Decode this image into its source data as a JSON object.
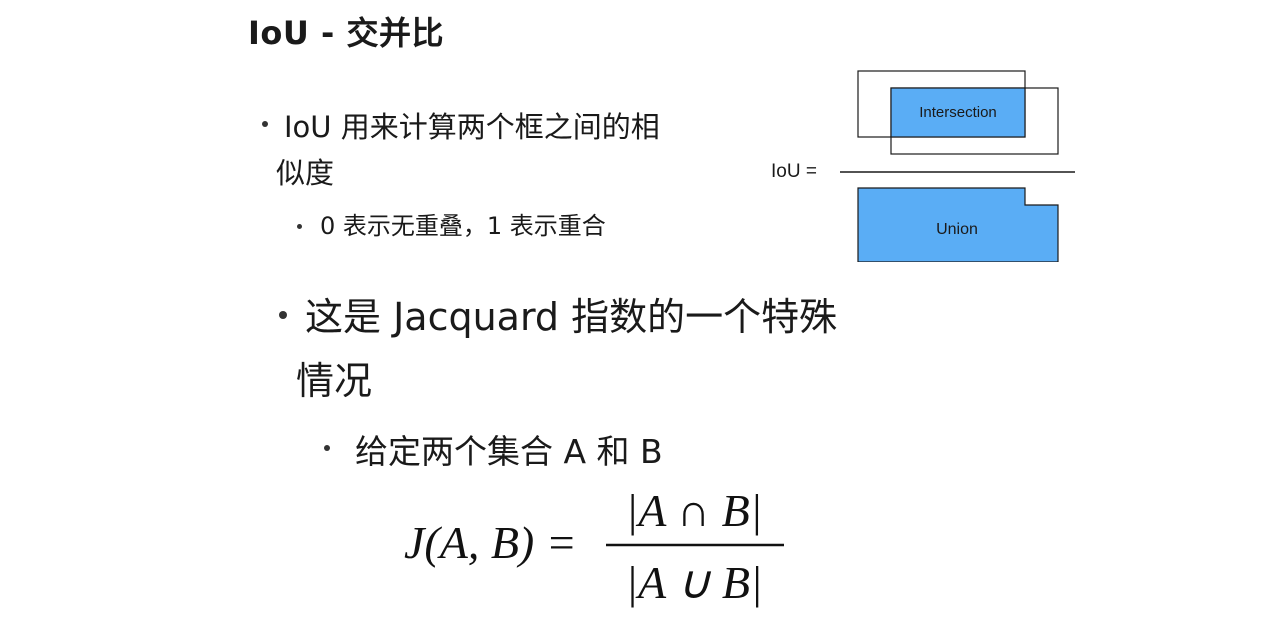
{
  "title": "IoU - 交并比",
  "watermark": " ",
  "bullets": {
    "b1_line1": "IoU 用来计算两个框之间的相",
    "b1_line2": "似度",
    "b2": "0 表示无重叠，1 表示重合",
    "b3_line1": "这是 Jacquard 指数的一个特殊",
    "b3_line2": "情况",
    "b4": "给定两个集合 A 和 B"
  },
  "diagram": {
    "iou_label": "IoU =",
    "intersection_label": "Intersection",
    "union_label": "Union",
    "fill_color": "#5aadf5",
    "stroke_color": "#1a1a1a"
  },
  "formula": {
    "lhs": "J(A, B) =",
    "numerator": "|A ∩ B|",
    "denominator": "|A ∪ B|"
  }
}
